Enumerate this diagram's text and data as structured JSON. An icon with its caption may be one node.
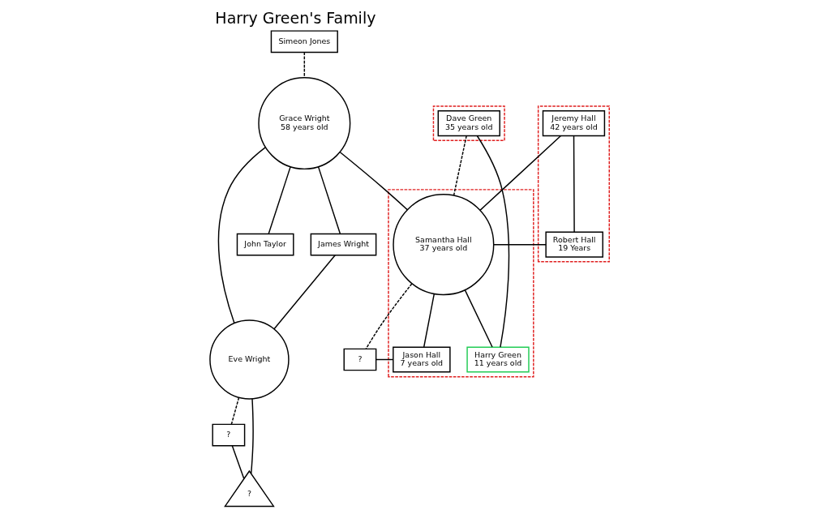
{
  "diagram": {
    "title": "Harry Green's Family",
    "nodes": [
      {
        "text": [
          "Simeon Jones"
        ]
      },
      {
        "text": [
          "Grace Wright",
          "58 years old"
        ]
      },
      {
        "text": [
          "John Taylor"
        ]
      },
      {
        "text": [
          "James Wright"
        ]
      },
      {
        "text": [],
        "shape": "box"
      },
      {
        "text": [
          "Jeremy Hall",
          "42 years old"
        ],
        "in": 4
      },
      {
        "text": [
          "Robert Hall",
          "19 Years"
        ],
        "in": 4
      },
      {
        "text": [],
        "shape": "box"
      },
      {
        "text": [
          "Dave Green",
          "35 years old"
        ],
        "in": 7
      },
      {
        "text": [],
        "shape": "box"
      },
      {
        "text": [
          "Samantha Hall",
          "37 years old"
        ],
        "in": 9
      },
      {
        "text": [
          "Harry Green",
          "11 years old"
        ],
        "in": 9
      },
      {
        "text": [
          "Jason Hall",
          "7 years old"
        ],
        "in": 9
      },
      {
        "text": [
          "?"
        ]
      },
      {
        "text": [
          "Eve Wright"
        ]
      },
      {
        "text": [
          "?"
        ]
      },
      {
        "text": [
          "?"
        ]
      }
    ],
    "edges": [
      {
        "from": 0,
        "to": 1,
        "arrow": "none",
        "style": "dashed"
      },
      {
        "from": 1,
        "to": 2,
        "arrow": "none"
      },
      {
        "from": 1,
        "to": 3,
        "arrow": "none"
      },
      {
        "from": 1,
        "to": 14,
        "arrow": "none"
      },
      {
        "from": 3,
        "to": 14,
        "arrow": "none"
      },
      {
        "from": 1,
        "to": 10,
        "arrow": "none"
      },
      {
        "from": 5,
        "to": 10,
        "arrow": "none"
      },
      {
        "from": 5,
        "to": 6,
        "arrow": "none"
      },
      {
        "from": 10,
        "to": 6,
        "arrow": "none"
      },
      {
        "from": 8,
        "to": 10,
        "arrow": "none",
        "style": "dashed"
      },
      {
        "from": 8,
        "to": 11,
        "arrow": "none"
      },
      {
        "from": 10,
        "to": 11,
        "arrow": "none"
      },
      {
        "from": 10,
        "to": 13,
        "arrow": "none",
        "style": "dashed"
      },
      {
        "from": 10,
        "to": 12,
        "arrow": "none"
      },
      {
        "from": 13,
        "to": 12,
        "arrow": "none"
      },
      {
        "from": 14,
        "to": 15,
        "arrow": "none",
        "style": "dashed"
      },
      {
        "from": 14,
        "to": 16,
        "arrow": "none"
      },
      {
        "from": 15,
        "to": 16,
        "arrow": "none"
      }
    ]
  }
}
